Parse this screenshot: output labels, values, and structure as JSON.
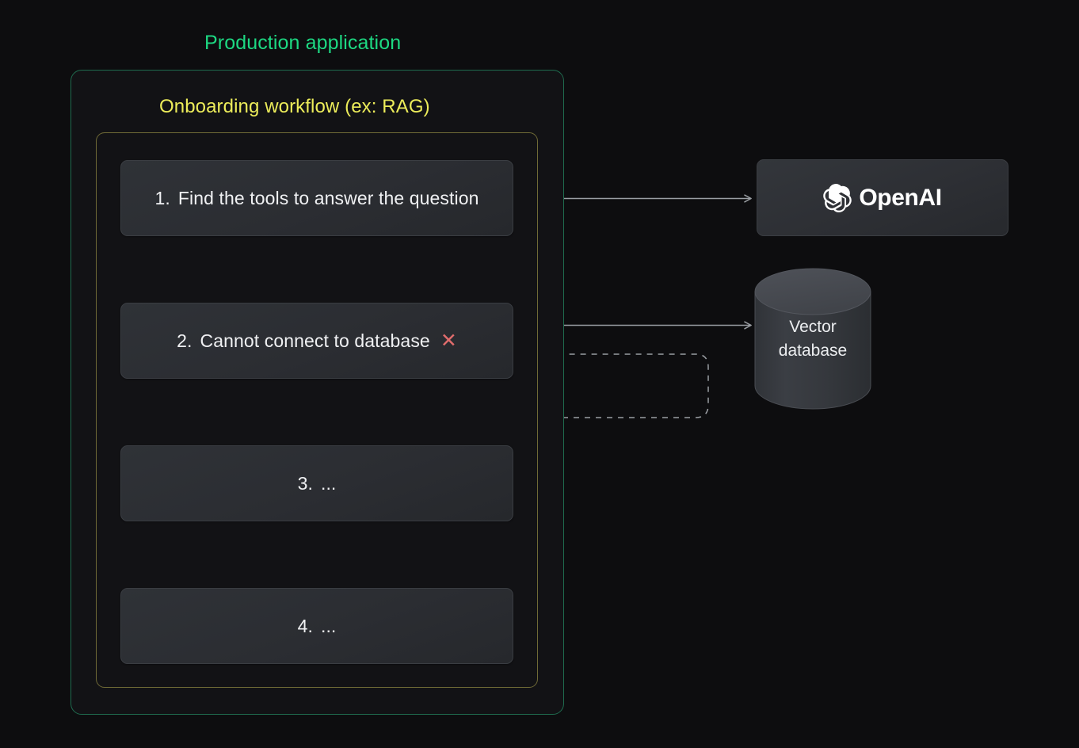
{
  "diagram": {
    "background": "#0d0d0f",
    "production": {
      "title": "Production application",
      "border_color": "#1f6b4e",
      "title_color": "#1dd882"
    },
    "workflow": {
      "title": "Onboarding workflow (ex: RAG)",
      "border_color": "#6f6a36",
      "title_color": "#ecec5a",
      "steps": [
        {
          "number": "1.",
          "label": "Find the tools to answer the question",
          "status": "",
          "status_color": ""
        },
        {
          "number": "2.",
          "label": "Cannot connect to database",
          "status": "✕",
          "status_color": "#e06c6c"
        },
        {
          "number": "3.",
          "label": "...",
          "status": "",
          "status_color": ""
        },
        {
          "number": "4.",
          "label": "...",
          "status": "",
          "status_color": ""
        }
      ]
    },
    "services": {
      "openai": {
        "name": "OpenAI",
        "icon": "openai-logo-icon"
      },
      "vector_database": {
        "line1": "Vector",
        "line2": "database",
        "fill": "#35383d",
        "top_fill": "#474a50"
      }
    },
    "connectors": [
      {
        "name": "step1-openai-bidirectional",
        "style": "solid",
        "arrows": "both"
      },
      {
        "name": "step2-vectordb-bidirectional",
        "style": "solid",
        "arrows": "both"
      },
      {
        "name": "vectordb-retry-feedback",
        "style": "dashed",
        "arrows": "left"
      },
      {
        "name": "step1-to-step2",
        "style": "solid",
        "arrows": "down"
      },
      {
        "name": "step2-to-step3",
        "style": "solid",
        "arrows": "down"
      },
      {
        "name": "step3-to-step4",
        "style": "solid",
        "arrows": "down"
      }
    ],
    "connector_color": "#9a9ea3"
  }
}
